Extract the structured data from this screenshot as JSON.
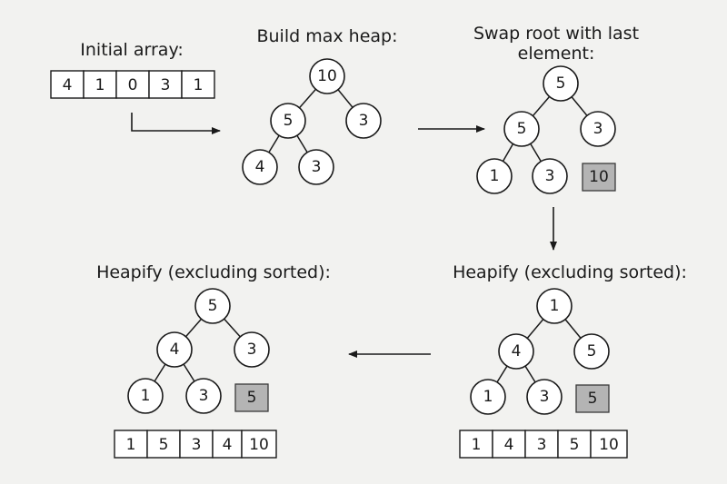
{
  "panels": {
    "initial": {
      "caption": "Initial array:",
      "array": [
        "4",
        "1",
        "0",
        "3",
        "1"
      ]
    },
    "build": {
      "caption": "Build max heap:",
      "tree": [
        "10",
        "5",
        "3",
        "4",
        "3"
      ]
    },
    "swap": {
      "caption_line1": "Swap root with last",
      "caption_line2": "element:",
      "tree": [
        "5",
        "5",
        "3",
        "1",
        "3"
      ],
      "sorted": "10"
    },
    "heapify_right": {
      "caption": "Heapify (excluding sorted):",
      "tree": [
        "1",
        "4",
        "5",
        "1",
        "3"
      ],
      "sorted": "5",
      "array": [
        "1",
        "4",
        "3",
        "5",
        "10"
      ]
    },
    "heapify_left": {
      "caption": "Heapify (excluding sorted):",
      "tree": [
        "5",
        "4",
        "3",
        "1",
        "3"
      ],
      "sorted": "5",
      "array": [
        "1",
        "5",
        "3",
        "4",
        "10"
      ]
    }
  }
}
